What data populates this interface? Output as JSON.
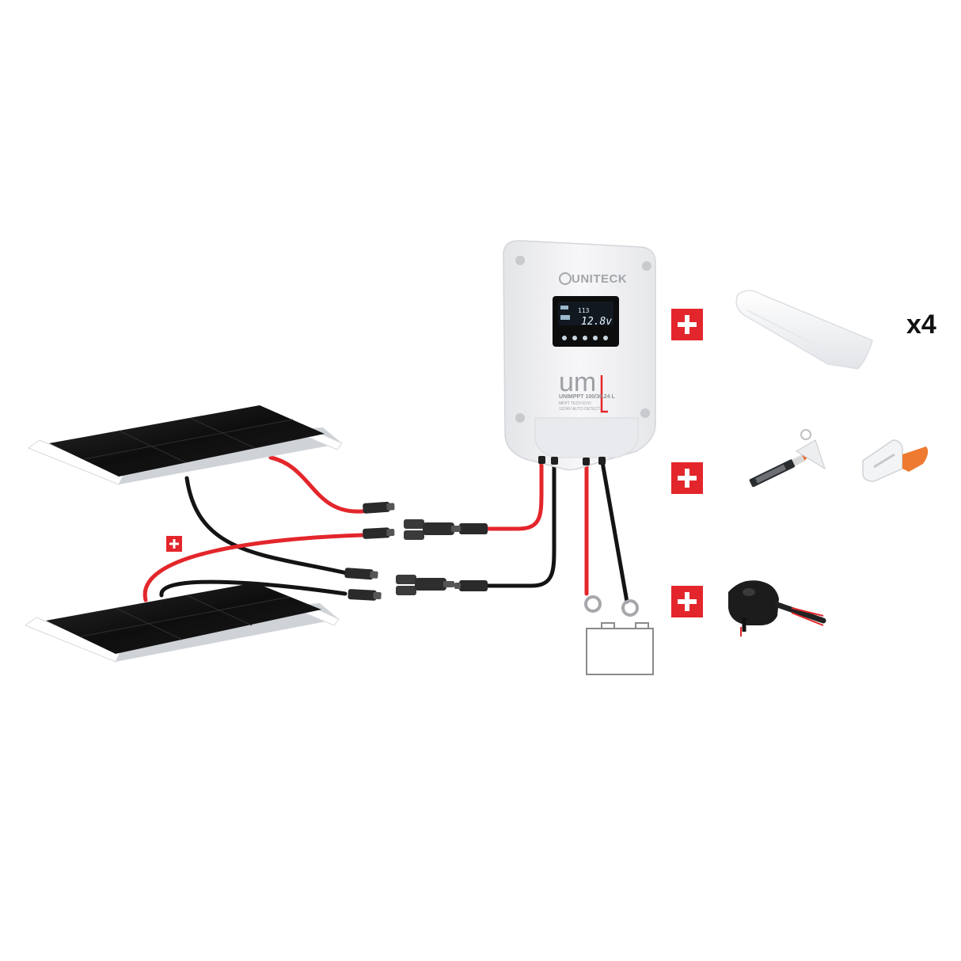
{
  "controller": {
    "brand": "UNITECK",
    "display_line1": "113",
    "display_line2": "12.8v",
    "logo": "um",
    "model": "UNIMPPT 100/30.24 L",
    "sub1": "MPPT TECH EVO",
    "sub2": "12/24V AUTO DETECT"
  },
  "accessories": {
    "spoiler_quantity": "x4"
  },
  "icons": {
    "plus": "plus-badge-icon",
    "battery": "battery-icon",
    "panel": "solar-panel-icon",
    "mount": "mounting-spoiler-icon",
    "gland": "cable-gland-icon",
    "adhesive": "sealant-tube-icon",
    "connector": "mc4-connector-icon"
  },
  "colors": {
    "accent_red": "#e3262b",
    "cable_black": "#141414",
    "panel_cell": "#121212",
    "panel_frame": "#e9eaec",
    "controller_body": "#f2f3f5",
    "display_bg": "#0d0d0d",
    "display_text": "#e8f6ff",
    "battery_outline": "#8a8a8a",
    "gland_orange": "#ee7a32"
  }
}
